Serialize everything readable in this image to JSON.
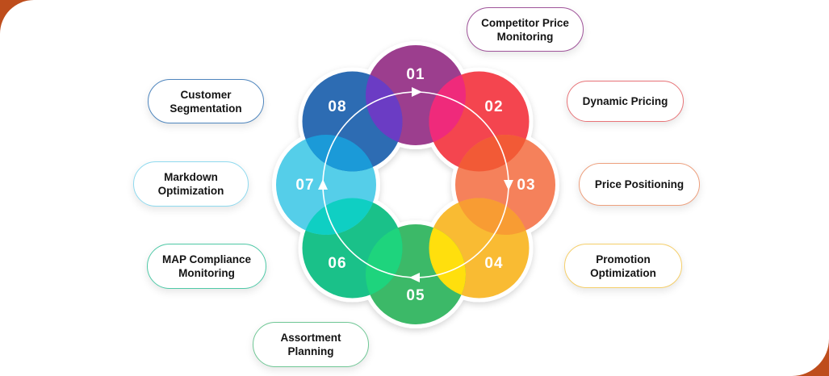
{
  "theme": {
    "corner_accent_color": "#BE4D1C",
    "panel_background": "#FFFFFF",
    "arrow_color": "#FFFFFF",
    "number_text_color": "#FFFFFF",
    "label_text_color": "#141414"
  },
  "diagram": {
    "description": "Eight overlapping circles arranged in a ring with clockwise flow arrows",
    "items": [
      {
        "number": "01",
        "label": "Competitor Price Monitoring",
        "color": "#9C3E8E",
        "overlap_next": "#EF2A7B",
        "pill_border": "#A0549A"
      },
      {
        "number": "02",
        "label": "Dynamic Pricing",
        "color": "#F4454F",
        "overlap_next": "#F25A36",
        "pill_border": "#E87478"
      },
      {
        "number": "03",
        "label": "Price Positioning",
        "color": "#F5815B",
        "overlap_next": "#F89C33",
        "pill_border": "#EDA07E"
      },
      {
        "number": "04",
        "label": "Promotion Optimization",
        "color": "#F9BB33",
        "overlap_next": "#FFDF0D",
        "pill_border": "#F5CF6B"
      },
      {
        "number": "05",
        "label": "Assortment Planning",
        "color": "#3CB968",
        "overlap_next": "#1ED47D",
        "pill_border": "#6FC795"
      },
      {
        "number": "06",
        "label": "MAP Compliance Monitoring",
        "color": "#1AC189",
        "overlap_next": "#0FCFC3",
        "pill_border": "#4FC9A7"
      },
      {
        "number": "07",
        "label": "Markdown Optimization",
        "color": "#55CEE9",
        "overlap_next": "#1B9AD8",
        "pill_border": "#8FDAEF"
      },
      {
        "number": "08",
        "label": "Customer Segmentation",
        "color": "#2D6CB3",
        "overlap_next": "#6B3CC4",
        "pill_border": "#4F86BE"
      }
    ]
  }
}
